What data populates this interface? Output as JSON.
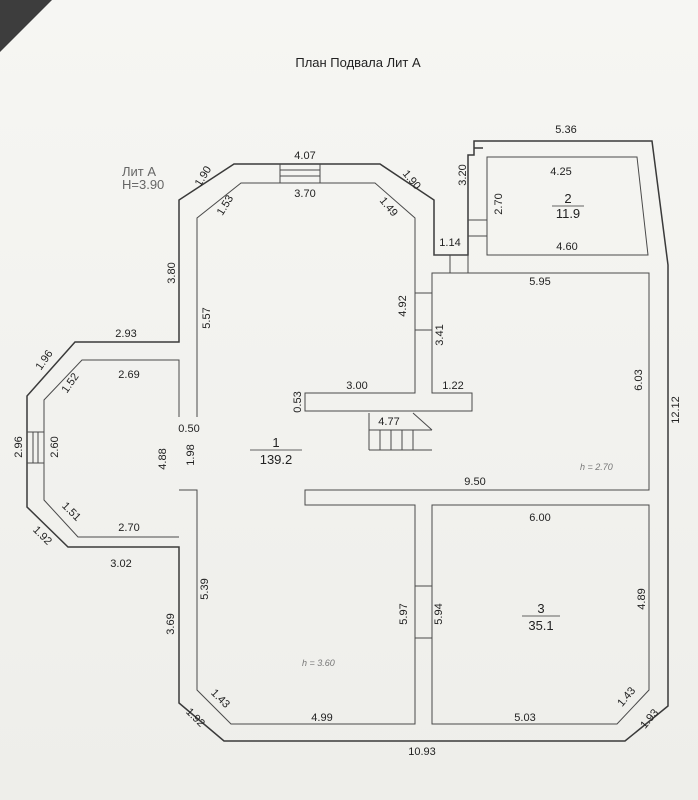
{
  "title": "План Подвала Лит А",
  "lit": {
    "name": "Лит А",
    "height": "H=3.90"
  },
  "rooms": {
    "r1": {
      "number": "1",
      "area": "139.2"
    },
    "r2": {
      "number": "2",
      "area": "11.9"
    },
    "r3": {
      "number": "3",
      "area": "35.1"
    }
  },
  "heights": {
    "h1": "h = 2.70",
    "h2": "h = 3.60"
  },
  "dims": {
    "d_536": "5.36",
    "d_320": "3.20",
    "d_425": "4.25",
    "d_270a": "2.70",
    "d_114": "1.14",
    "d_460": "4.60",
    "d_407": "4.07",
    "d_370": "3.70",
    "d_190a": "1.90",
    "d_190b": "1.90",
    "d_153": "1.53",
    "d_149": "1.49",
    "d_380": "3.80",
    "d_557": "5.57",
    "d_492": "4.92",
    "d_595": "5.95",
    "d_341": "3.41",
    "d_293": "2.93",
    "d_196": "1.96",
    "d_152": "1.52",
    "d_269": "2.69",
    "d_603": "6.03",
    "d_1212": "12.12",
    "d_053": "0.53",
    "d_300": "3.00",
    "d_122": "1.22",
    "d_050": "0.50",
    "d_477": "4.77",
    "d_296": "2.96",
    "d_260": "2.60",
    "d_488": "4.88",
    "d_198": "1.98",
    "d_950": "9.50",
    "d_151": "1.51",
    "d_270b": "2.70",
    "d_600": "6.00",
    "d_192a": "1.92",
    "d_302": "3.02",
    "d_539": "5.39",
    "d_369": "3.69",
    "d_597": "5.97",
    "d_594": "5.94",
    "d_489": "4.89",
    "d_143a": "1.43",
    "d_143b": "1.43",
    "d_499": "4.99",
    "d_503": "5.03",
    "d_192b": "1.92",
    "d_193": "1.93",
    "d_1093": "10.93"
  }
}
